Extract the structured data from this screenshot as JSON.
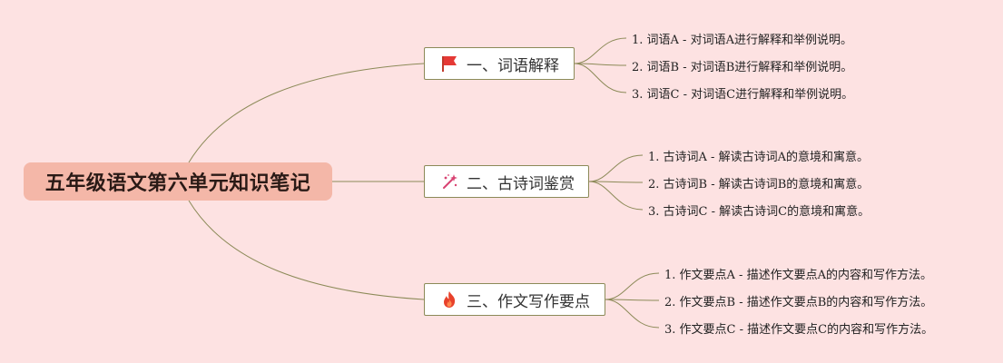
{
  "root": {
    "label": "五年级语文第六单元知识笔记"
  },
  "branches": [
    {
      "label": "一、词语解释",
      "icon": "red-flag-icon",
      "items": [
        "1. 词语A - 对词语A进行解释和举例说明。",
        "2. 词语B - 对词语B进行解释和举例说明。",
        "3. 词语C - 对词语C进行解释和举例说明。"
      ]
    },
    {
      "label": "二、古诗词鉴赏",
      "icon": "magic-wand-icon",
      "items": [
        "1. 古诗词A - 解读古诗词A的意境和寓意。",
        "2. 古诗词B - 解读古诗词B的意境和寓意。",
        "3. 古诗词C - 解读古诗词C的意境和寓意。"
      ]
    },
    {
      "label": "三、作文写作要点",
      "icon": "fire-icon",
      "items": [
        "1. 作文要点A - 描述作文要点A的内容和写作方法。",
        "2. 作文要点B - 描述作文要点B的内容和写作方法。",
        "3. 作文要点C - 描述作文要点C的内容和写作方法。"
      ]
    }
  ],
  "colors": {
    "background": "#fde2e2",
    "root_fill": "#f4b7a8",
    "connector": "#8c8a58",
    "branch_fill": "#ffffff"
  }
}
